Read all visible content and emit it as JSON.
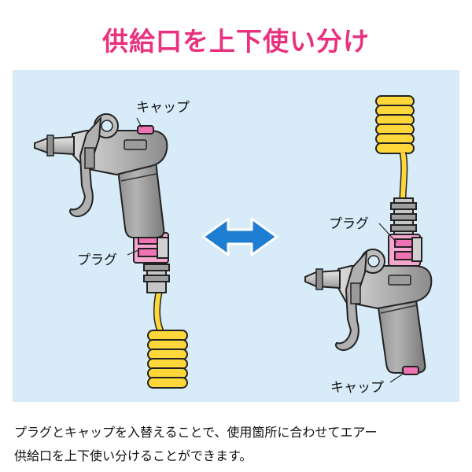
{
  "title": "供給口を上下使い分け",
  "labels": {
    "cap_left": "キャップ",
    "plug_left": "プラグ",
    "plug_right": "プラグ",
    "cap_right": "キャップ"
  },
  "description": {
    "line1": "プラグとキャップを入替えることで、使用箇所に合わせてエアー",
    "line2": "供給口を上下使い分けることができます。"
  },
  "colors": {
    "title": "#e8327f",
    "panel": "#d7ebf8",
    "arrow": "#1e7ed2",
    "hose": "#ffd73a",
    "pink": "#f074b5",
    "metal": "#a9a9a9"
  }
}
